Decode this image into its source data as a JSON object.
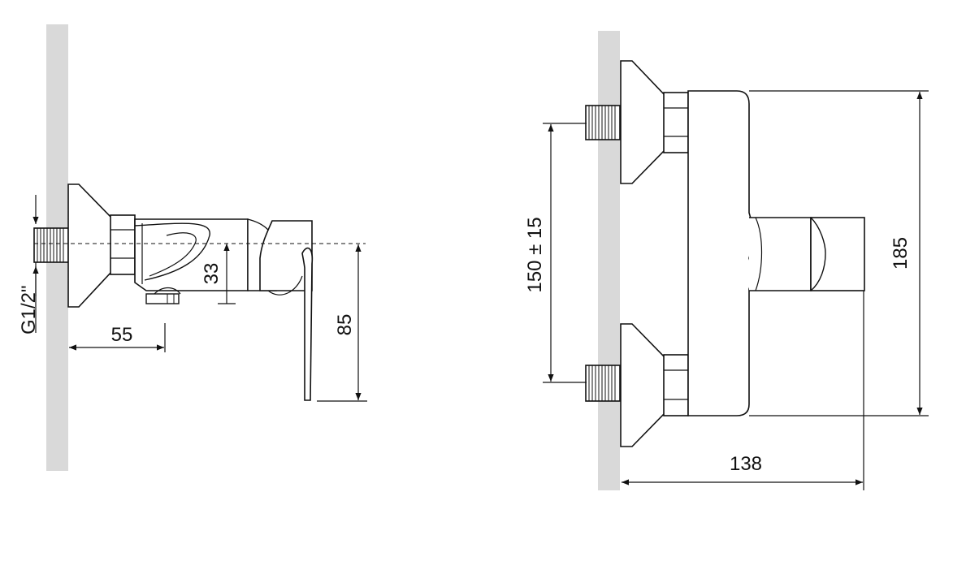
{
  "side_view": {
    "thread_label": "G1/2\"",
    "dim_depth": "55",
    "dim_offset": "33",
    "dim_height": "85"
  },
  "front_view": {
    "dim_spacing": "150 ± 15",
    "dim_body_height": "185",
    "dim_width": "138"
  },
  "colors": {
    "wall": "#d9d9d9",
    "line": "#111111",
    "background": "#ffffff"
  }
}
